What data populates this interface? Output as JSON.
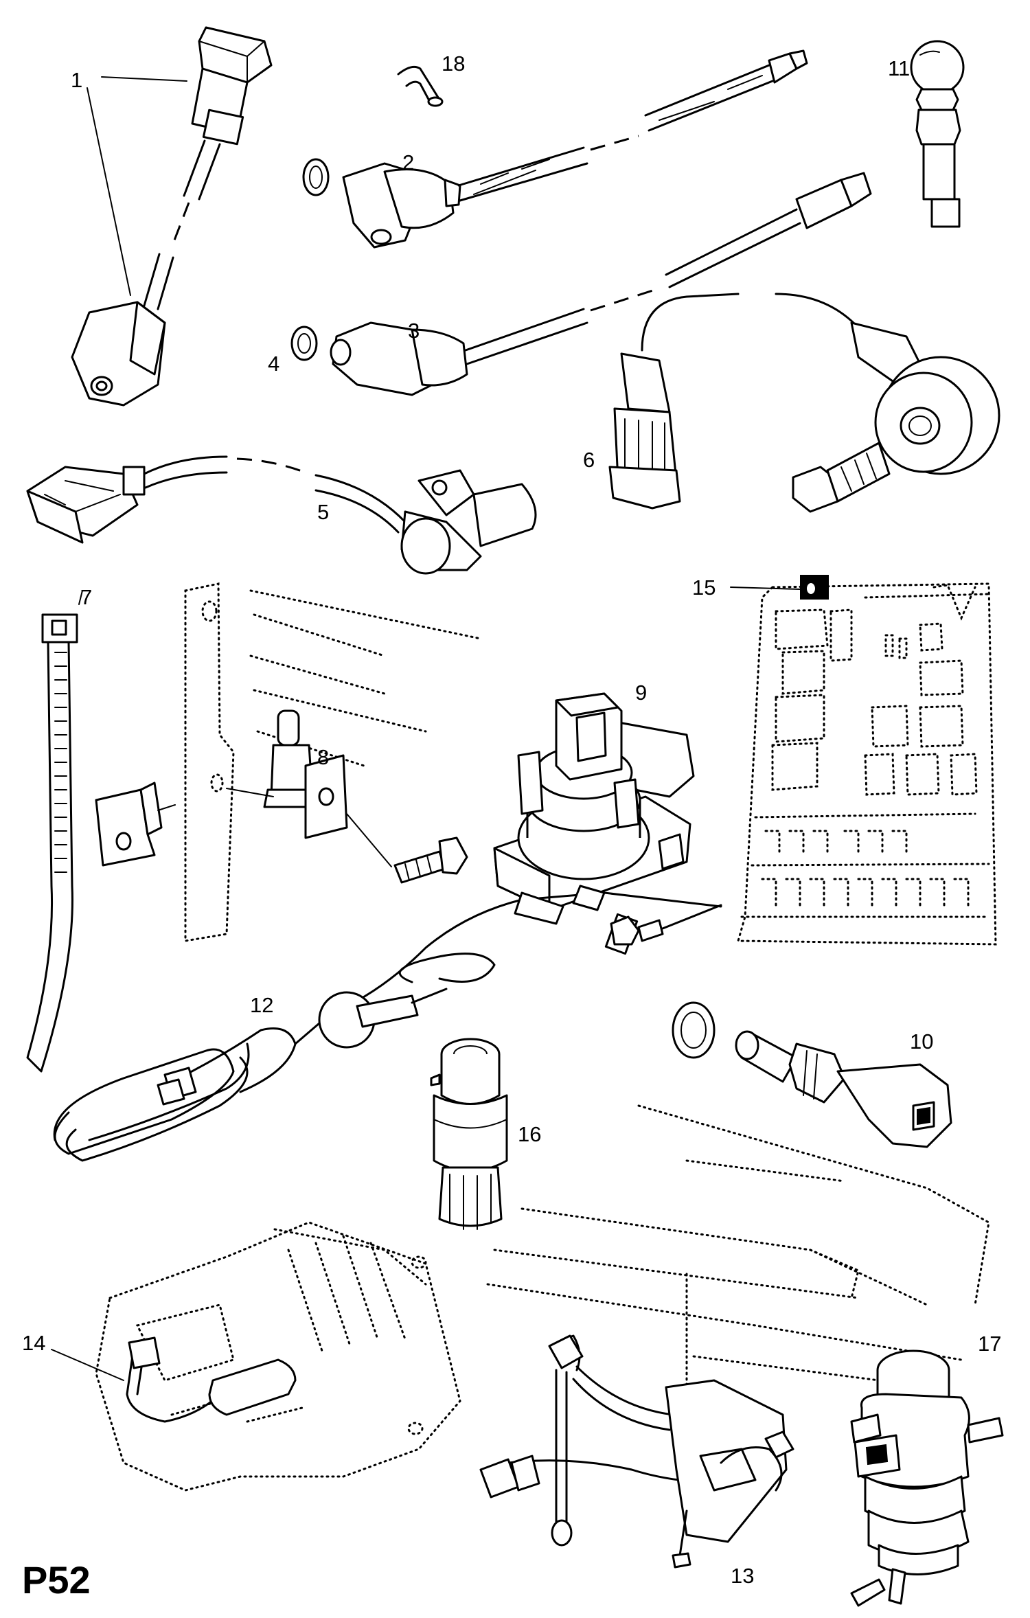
{
  "page": {
    "code": "P52"
  },
  "parts": [
    {
      "id": "1",
      "label": "1"
    },
    {
      "id": "2",
      "label": "2"
    },
    {
      "id": "3",
      "label": "3"
    },
    {
      "id": "4",
      "label": "4"
    },
    {
      "id": "5",
      "label": "5"
    },
    {
      "id": "6",
      "label": "6"
    },
    {
      "id": "7",
      "label": "7"
    },
    {
      "id": "8",
      "label": "8"
    },
    {
      "id": "9",
      "label": "9"
    },
    {
      "id": "10",
      "label": "10"
    },
    {
      "id": "11",
      "label": "11"
    },
    {
      "id": "12",
      "label": "12"
    },
    {
      "id": "13",
      "label": "13"
    },
    {
      "id": "14",
      "label": "14"
    },
    {
      "id": "15",
      "label": "15"
    },
    {
      "id": "16",
      "label": "16"
    },
    {
      "id": "17",
      "label": "17"
    },
    {
      "id": "18",
      "label": "18"
    }
  ]
}
